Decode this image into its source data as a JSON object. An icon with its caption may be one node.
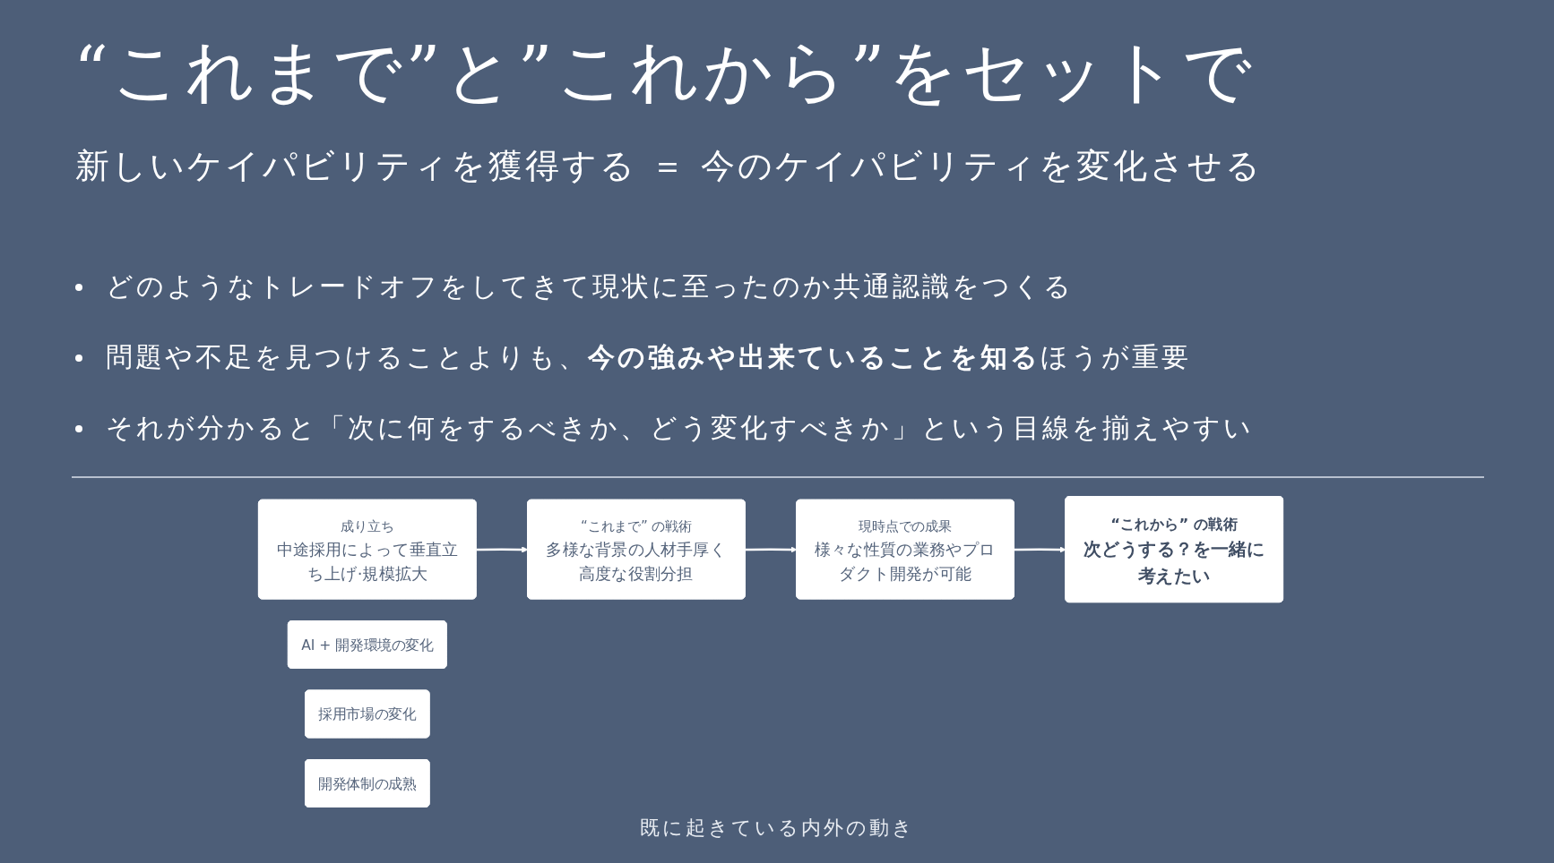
{
  "diagram": {
    "title": "“これまで”と”これから”をセットで",
    "nodes": [
      {
        "text": [
          "成り立ち",
          "中途採用によって垂直立ち上げ·規模拡大"
        ]
      },
      {
        "text": [
          "“これまで” の戦術",
          "多様な背景の人材手厚く高度な役割分担"
        ]
      },
      {
        "text": [
          "現時点での成果",
          "様々な性質の業務やプロダクト開発が可能"
        ]
      },
      {
        "text": [
          "“これから” の戦術",
          "次どうする？を一緒に考えたい"
        ]
      },
      {
        "text": [
          "AI + 開発環境の変化"
        ]
      },
      {
        "text": [
          "採用市場の変化"
        ]
      },
      {
        "text": [
          "開発体制の成熟"
        ]
      }
    ],
    "edges": [
      {
        "from": 0,
        "to": 1,
        "arrow": "to"
      },
      {
        "from": 1,
        "to": 2,
        "arrow": "to"
      },
      {
        "from": 2,
        "to": 3,
        "arrow": "to"
      }
    ],
    "labels": [
      "新しいケイパビリティを獲得する ＝ 今のケイパビリティを変化させる",
      "どのようなトレードオフをしてきて現状に至ったのか共通認識をつくる",
      "問題や不足を見つけることよりも、**今の強みや出来ていることを知る**ほうが重要",
      "それが分かると「次に何をするべきか、どう変化すべきか」という目線を揃えやすい",
      "既に起きている内外の動き"
    ]
  }
}
